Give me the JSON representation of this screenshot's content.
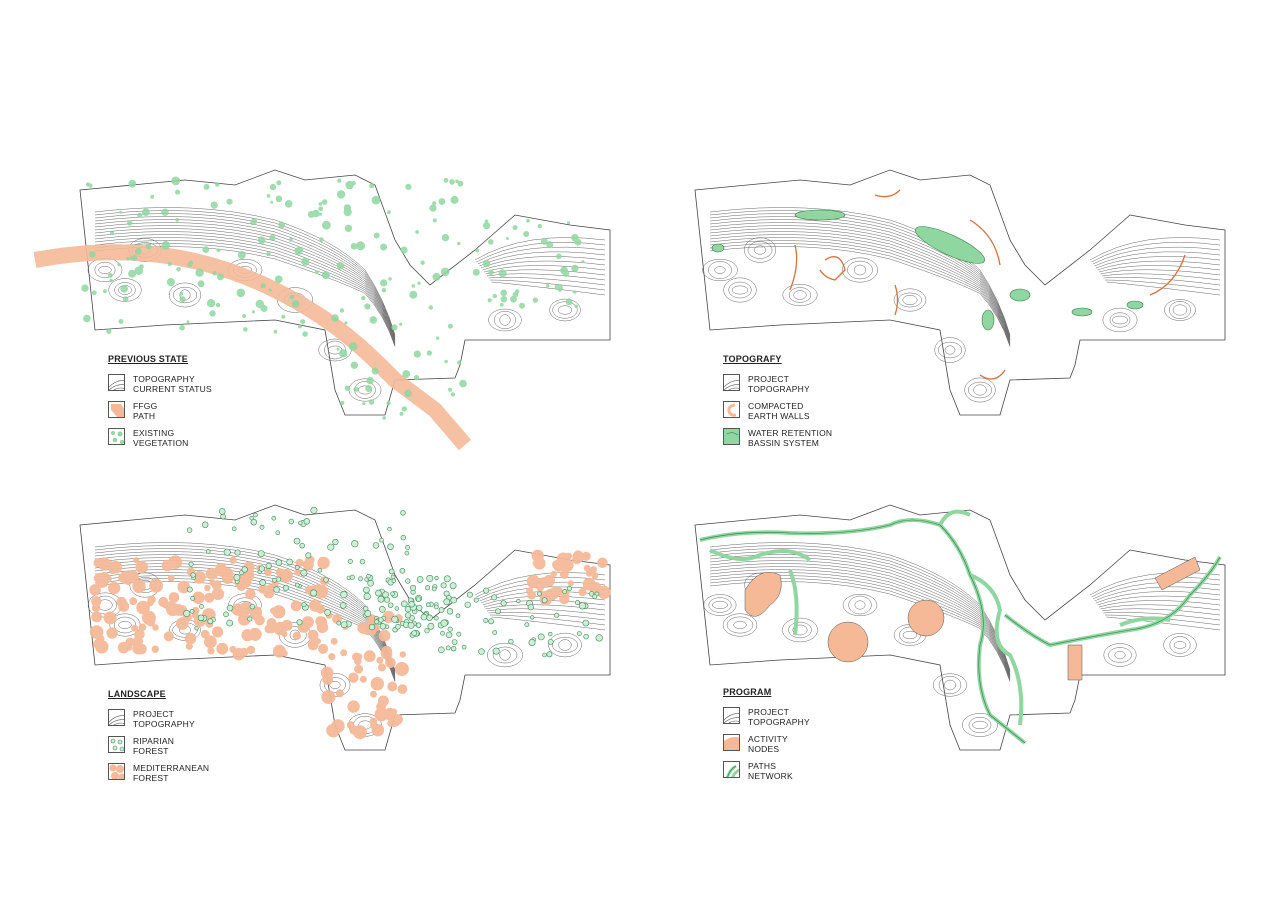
{
  "colors": {
    "vegetation_green": "#8fd6a0",
    "path_orange": "#f5b998",
    "earthwall_orange": "#d4723e",
    "contour_gray": "#555555"
  },
  "panels": [
    {
      "id": "previous-state",
      "title": "PREVIOUS STATE",
      "legend": [
        {
          "icon": "topography-swatch",
          "line1": "TOPOGRAPHY",
          "line2": "CURRENT STATUS"
        },
        {
          "icon": "path-swatch",
          "line1": "FFGG",
          "line2": "PATH"
        },
        {
          "icon": "vegetation-swatch",
          "line1": "EXISTING",
          "line2": "VEGETATION"
        }
      ]
    },
    {
      "id": "topografy",
      "title": "TOPOGRAFY",
      "legend": [
        {
          "icon": "topography-swatch",
          "line1": "PROJECT",
          "line2": "TOPOGRAPHY"
        },
        {
          "icon": "earth-wall-swatch",
          "line1": "COMPACTED",
          "line2": "EARTH WALLS"
        },
        {
          "icon": "water-basin-swatch",
          "line1": "WATER RETENTION",
          "line2": "BASSIN SYSTEM"
        }
      ]
    },
    {
      "id": "landscape",
      "title": "LANDSCAPE",
      "legend": [
        {
          "icon": "topography-swatch",
          "line1": "PROJECT",
          "line2": "TOPOGRAPHY"
        },
        {
          "icon": "riparian-forest-swatch",
          "line1": "RIPARIAN",
          "line2": "FOREST"
        },
        {
          "icon": "mediterranean-forest-swatch",
          "line1": "MEDITERRANEAN",
          "line2": "FOREST"
        }
      ]
    },
    {
      "id": "program",
      "title": "PROGRAM",
      "legend": [
        {
          "icon": "topography-swatch",
          "line1": "PROJECT",
          "line2": "TOPOGRAPHY"
        },
        {
          "icon": "activity-node-swatch",
          "line1": "ACTIVITY",
          "line2": "NODES"
        },
        {
          "icon": "paths-network-swatch",
          "line1": "PATHS",
          "line2": "NETWORK"
        }
      ]
    }
  ]
}
